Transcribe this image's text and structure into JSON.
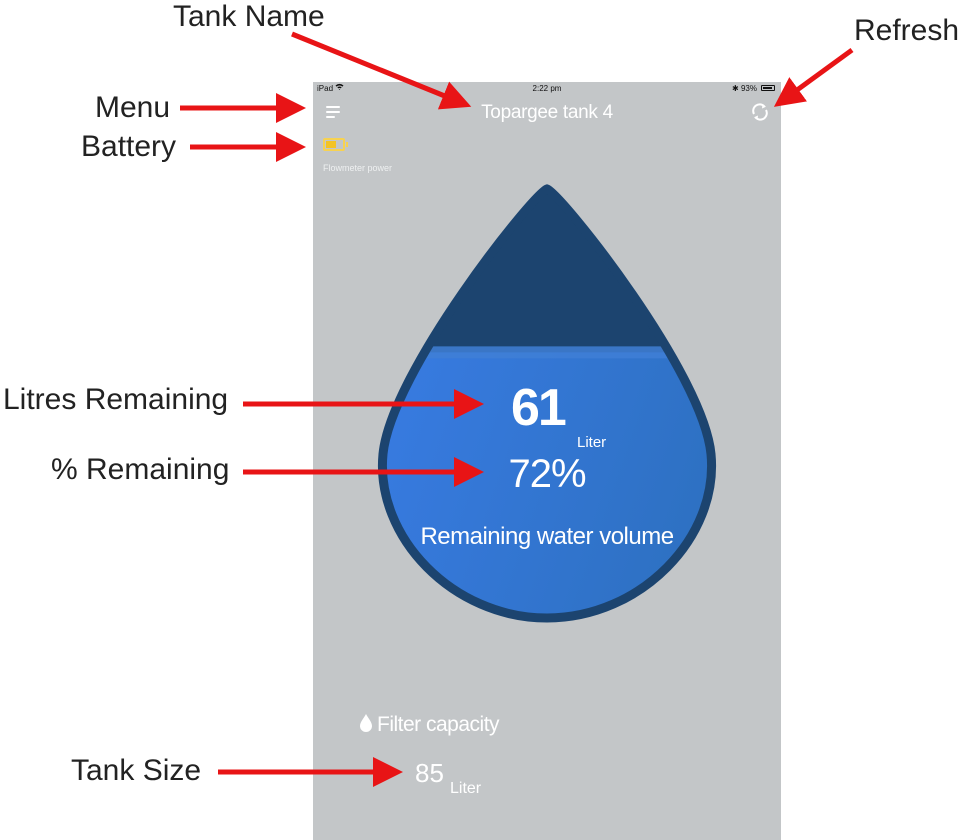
{
  "callouts": {
    "tank_name": "Tank Name",
    "refresh": "Refresh",
    "menu": "Menu",
    "battery": "Battery",
    "litres_remaining": "Litres Remaining",
    "percent_remaining": "% Remaining",
    "tank_size": "Tank Size"
  },
  "status_bar": {
    "device": "iPad",
    "time": "2:22 pm",
    "battery": "93%"
  },
  "header": {
    "title": "Topargee tank 4",
    "menu_icon": "hamburger-menu-icon",
    "refresh_icon": "refresh-icon"
  },
  "power": {
    "label": "Flowmeter power",
    "icon": "battery-icon"
  },
  "gauge": {
    "litres_remaining": "61",
    "litres_unit": "Liter",
    "percent_remaining": "72%",
    "fill_fraction": 0.72,
    "label": "Remaining water volume"
  },
  "filter": {
    "label": "Filter capacity",
    "icon": "water-drop-icon",
    "value": "85",
    "unit": "Liter"
  },
  "colors": {
    "screen_bg": "#c3c6c8",
    "drop_empty": "#1c446f",
    "water_light": "#3a7de8",
    "water_dark": "#2c6fbd",
    "arrow": "#e81416",
    "battery": "#f3c324"
  }
}
